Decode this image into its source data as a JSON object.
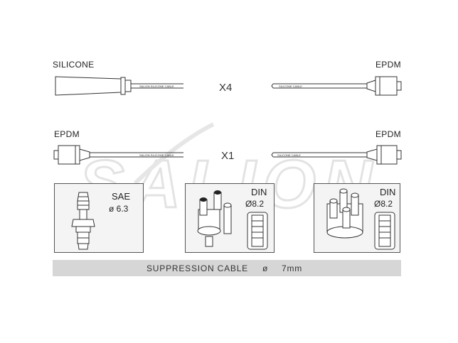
{
  "cable_row_1": {
    "left_label": "SILICONE",
    "right_label": "EPDM",
    "quantity": "X4",
    "print_left": "SALION  SILICONE CABLE",
    "print_right": "SILICONE CABLE"
  },
  "cable_row_2": {
    "left_label": "EPDM",
    "right_label": "EPDM",
    "quantity": "X1",
    "print_left": "SALION  SILICONE CABLE",
    "print_right": "SILICONE CABLE"
  },
  "watermark": {
    "text": "SALION"
  },
  "connectors": [
    {
      "title": "SAE",
      "subtitle": "ø 6.3"
    },
    {
      "title": "DIN",
      "subtitle": "Ø8.2"
    },
    {
      "title": "DIN",
      "subtitle": "Ø8.2"
    }
  ],
  "footer": {
    "label": "SUPPRESSION CABLE",
    "diameter_symbol": "ø",
    "value": "7mm"
  }
}
